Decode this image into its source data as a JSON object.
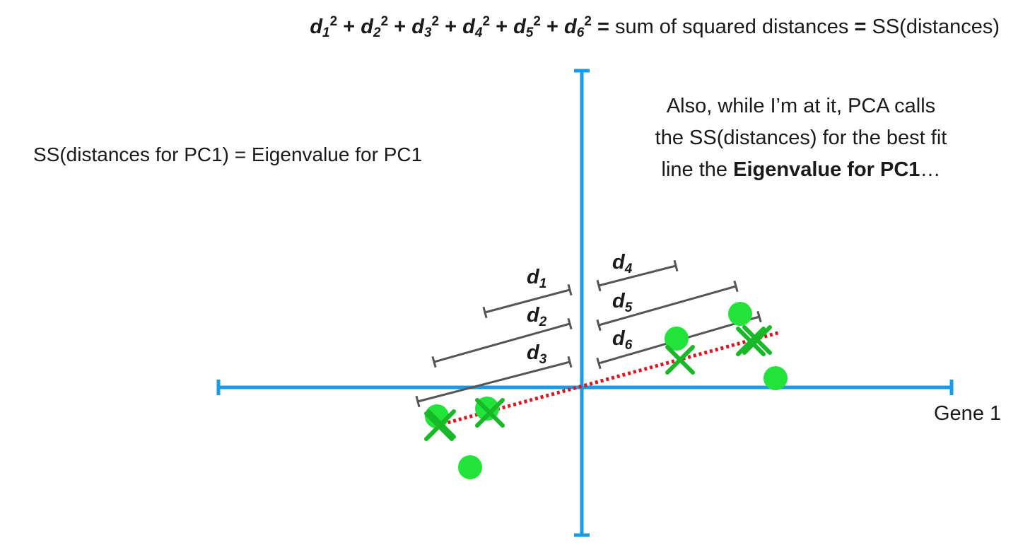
{
  "equation": {
    "terms": [
      {
        "base": "d",
        "sub": "1",
        "sup": "2"
      },
      {
        "base": "d",
        "sub": "2",
        "sup": "2"
      },
      {
        "base": "d",
        "sub": "3",
        "sup": "2"
      },
      {
        "base": "d",
        "sub": "4",
        "sup": "2"
      },
      {
        "base": "d",
        "sub": "5",
        "sup": "2"
      },
      {
        "base": "d",
        "sub": "6",
        "sup": "2"
      }
    ],
    "plus": "+",
    "equals": "=",
    "middle_text": "sum of squared distances",
    "right_text": "SS(distances)"
  },
  "left_note": "SS(distances for PC1) = Eigenvalue for PC1",
  "right_note": {
    "line1": "Also, while I’m at it, PCA calls",
    "line2": "the SS(distances) for the best fit",
    "line3_prefix": "line the ",
    "line3_bold": "Eigenvalue for PC1",
    "line3_suffix": "…"
  },
  "x_axis_label": "Gene 1",
  "distance_labels": [
    {
      "base": "d",
      "sub": "1"
    },
    {
      "base": "d",
      "sub": "2"
    },
    {
      "base": "d",
      "sub": "3"
    },
    {
      "base": "d",
      "sub": "4"
    },
    {
      "base": "d",
      "sub": "5"
    },
    {
      "base": "d",
      "sub": "6"
    }
  ],
  "colors": {
    "axis": "#1a9be6",
    "points": "#22e33a",
    "projections": "#18b828",
    "fit_line": "#e0141e",
    "distance_bars": "#555555",
    "text": "#1a1a1a"
  }
}
